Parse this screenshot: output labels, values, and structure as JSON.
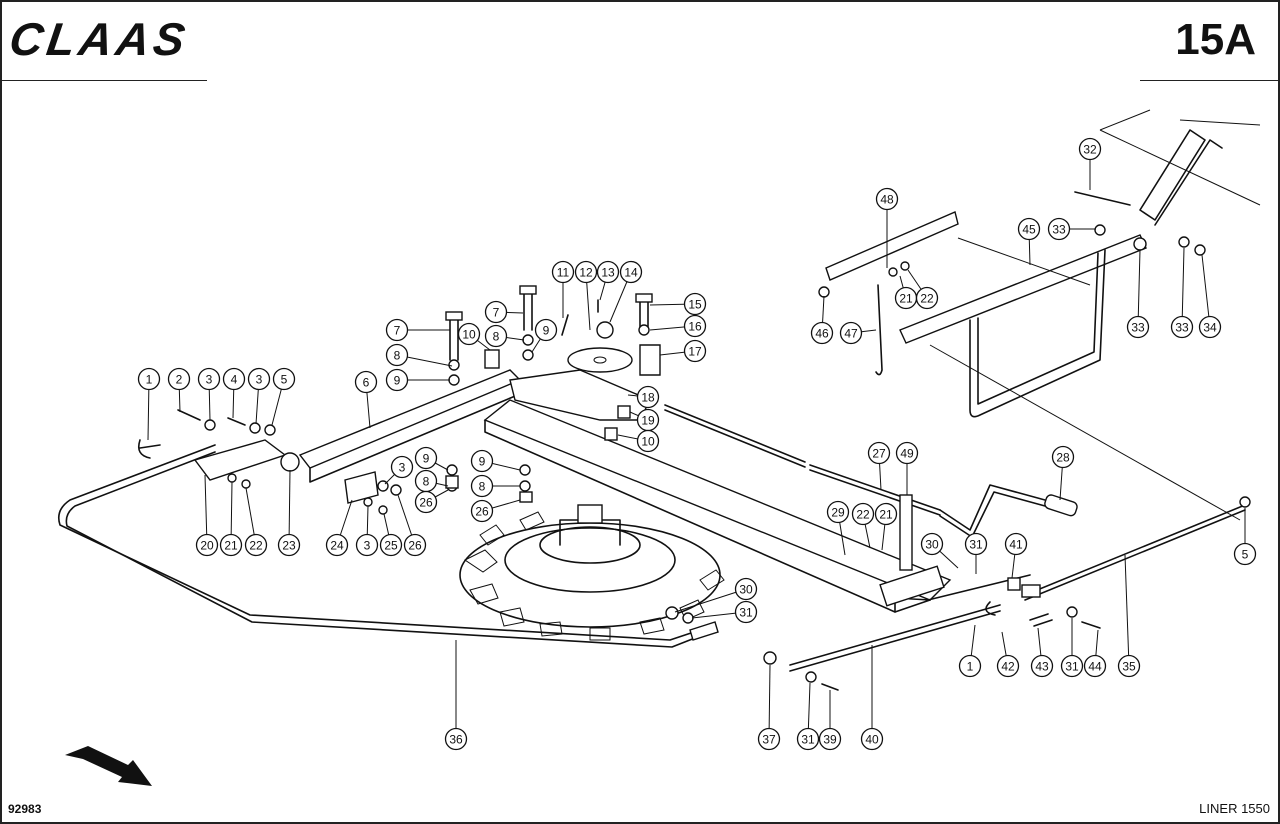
{
  "header": {
    "brand_logo_text": "CLAAS",
    "sheet_number": "15A"
  },
  "footer": {
    "drawing_number": "92983",
    "model": "LINER 1550"
  },
  "callouts": [
    {
      "label": "1"
    },
    {
      "label": "2"
    },
    {
      "label": "3"
    },
    {
      "label": "4"
    },
    {
      "label": "3"
    },
    {
      "label": "5"
    },
    {
      "label": "6"
    },
    {
      "label": "7"
    },
    {
      "label": "8"
    },
    {
      "label": "9"
    },
    {
      "label": "7"
    },
    {
      "label": "8"
    },
    {
      "label": "9"
    },
    {
      "label": "10"
    },
    {
      "label": "11"
    },
    {
      "label": "12"
    },
    {
      "label": "13"
    },
    {
      "label": "14"
    },
    {
      "label": "15"
    },
    {
      "label": "16"
    },
    {
      "label": "17"
    },
    {
      "label": "18"
    },
    {
      "label": "19"
    },
    {
      "label": "10"
    },
    {
      "label": "9"
    },
    {
      "label": "8"
    },
    {
      "label": "26"
    },
    {
      "label": "9"
    },
    {
      "label": "8"
    },
    {
      "label": "26"
    },
    {
      "label": "3"
    },
    {
      "label": "20"
    },
    {
      "label": "21"
    },
    {
      "label": "22"
    },
    {
      "label": "23"
    },
    {
      "label": "24"
    },
    {
      "label": "3"
    },
    {
      "label": "25"
    },
    {
      "label": "26"
    },
    {
      "label": "48"
    },
    {
      "label": "45"
    },
    {
      "label": "32"
    },
    {
      "label": "33"
    },
    {
      "label": "21"
    },
    {
      "label": "22"
    },
    {
      "label": "46"
    },
    {
      "label": "47"
    },
    {
      "label": "33"
    },
    {
      "label": "33"
    },
    {
      "label": "34"
    },
    {
      "label": "27"
    },
    {
      "label": "49"
    },
    {
      "label": "28"
    },
    {
      "label": "29"
    },
    {
      "label": "22"
    },
    {
      "label": "21"
    },
    {
      "label": "30"
    },
    {
      "label": "31"
    },
    {
      "label": "41"
    },
    {
      "label": "5"
    },
    {
      "label": "30"
    },
    {
      "label": "31"
    },
    {
      "label": "35"
    },
    {
      "label": "1"
    },
    {
      "label": "42"
    },
    {
      "label": "43"
    },
    {
      "label": "31"
    },
    {
      "label": "44"
    },
    {
      "label": "36"
    },
    {
      "label": "37"
    },
    {
      "label": "31"
    },
    {
      "label": "39"
    },
    {
      "label": "40"
    }
  ]
}
